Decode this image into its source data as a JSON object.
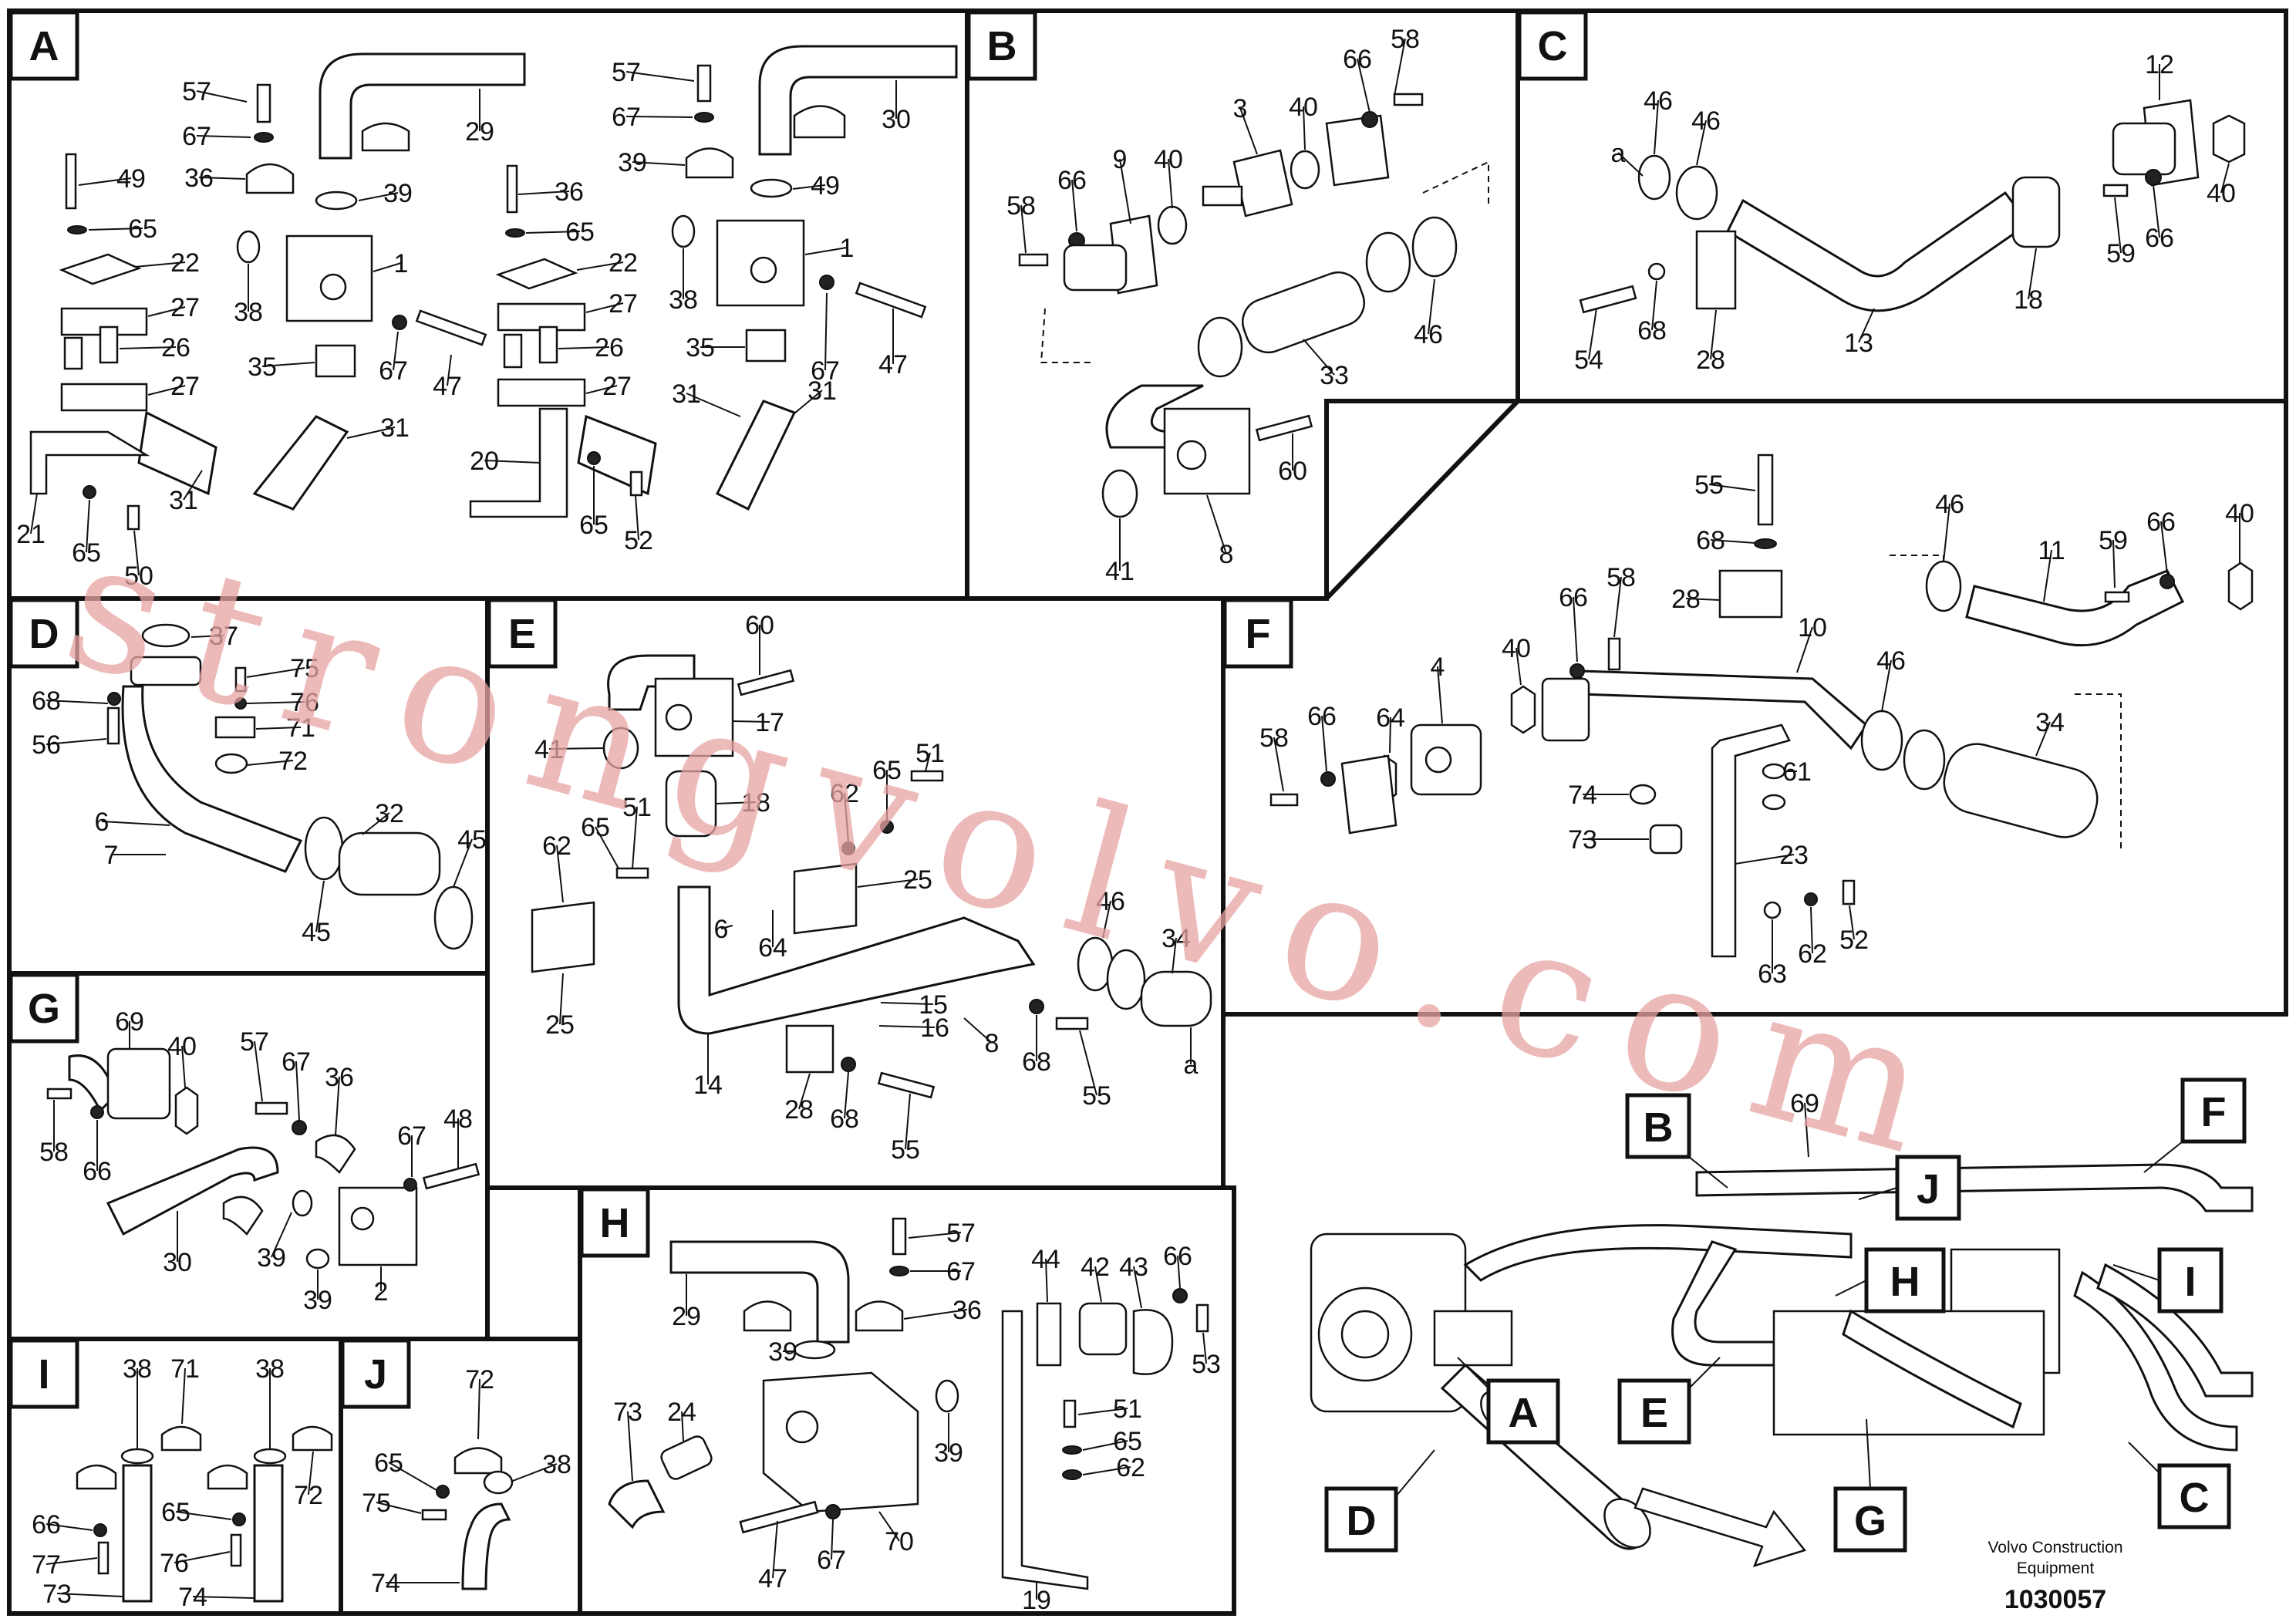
{
  "panels": [
    {
      "letter": "A",
      "labels": [
        "57",
        "67",
        "29",
        "49",
        "36",
        "39",
        "65",
        "22",
        "1",
        "38",
        "27",
        "26",
        "27",
        "35",
        "67",
        "47",
        "31",
        "31",
        "21",
        "65",
        "50",
        "57",
        "67",
        "30",
        "36",
        "39",
        "49",
        "65",
        "22",
        "1",
        "38",
        "27",
        "26",
        "27",
        "35",
        "67",
        "47",
        "31",
        "31",
        "20",
        "65",
        "52"
      ]
    },
    {
      "letter": "B",
      "labels": [
        "66",
        "58",
        "3",
        "40",
        "9",
        "40",
        "66",
        "58",
        "46",
        "33",
        "60",
        "8",
        "41"
      ]
    },
    {
      "letter": "C",
      "labels": [
        "46",
        "46",
        "a",
        "12",
        "40",
        "59",
        "66",
        "18",
        "13",
        "54",
        "68",
        "28"
      ]
    },
    {
      "letter": "D",
      "labels": [
        "37",
        "75",
        "76",
        "68",
        "71",
        "56",
        "72",
        "6",
        "7",
        "32",
        "45",
        "45"
      ]
    },
    {
      "letter": "E",
      "labels": [
        "60",
        "17",
        "41",
        "18",
        "62",
        "65",
        "51",
        "65",
        "51",
        "62",
        "25",
        "6",
        "64",
        "25",
        "46",
        "34",
        "15",
        "16",
        "8",
        "68",
        "14",
        "28",
        "68",
        "55",
        "55",
        "a"
      ]
    },
    {
      "letter": "F",
      "labels": [
        "55",
        "68",
        "46",
        "11",
        "59",
        "66",
        "40",
        "28",
        "66",
        "58",
        "10",
        "40",
        "4",
        "46",
        "66",
        "58",
        "64",
        "34",
        "74",
        "61",
        "73",
        "23",
        "63",
        "62",
        "52"
      ]
    },
    {
      "letter": "G",
      "labels": [
        "69",
        "40",
        "57",
        "67",
        "36",
        "58",
        "66",
        "67",
        "48",
        "30",
        "39",
        "39",
        "2"
      ]
    },
    {
      "letter": "H",
      "labels": [
        "57",
        "67",
        "36",
        "29",
        "44",
        "42",
        "43",
        "66",
        "39",
        "53",
        "51",
        "65",
        "62",
        "39",
        "73",
        "24",
        "47",
        "67",
        "70",
        "19"
      ]
    },
    {
      "letter": "I",
      "labels": [
        "38",
        "71",
        "38",
        "72",
        "66",
        "65",
        "77",
        "76",
        "73",
        "74"
      ]
    },
    {
      "letter": "J",
      "labels": [
        "72",
        "65",
        "38",
        "75",
        "74"
      ]
    }
  ],
  "overview": {
    "callouts": [
      "B",
      "F",
      "J",
      "H",
      "I",
      "A",
      "E",
      "D",
      "G",
      "C"
    ],
    "labels": [
      "69"
    ]
  },
  "watermark": "strongvolvo.com",
  "credit": {
    "line1": "Volvo Construction",
    "line2": "Equipment",
    "figure_number": "1030057"
  }
}
